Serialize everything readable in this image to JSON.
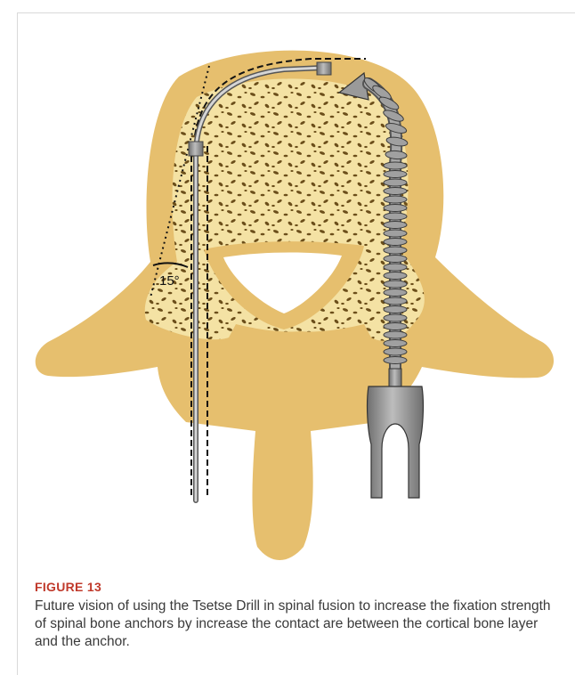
{
  "figure": {
    "label": "FIGURE 13",
    "caption": "Future vision of using the Tsetse Drill in spinal fusion to increase the fixation strength of spinal bone anchors by increase the contact are between the cortical bone layer and the anchor.",
    "angle_label": "15°"
  },
  "colors": {
    "cortical_bone": "#e6bf6e",
    "cancellous_bone": "#f4e2a4",
    "bone_pores": "#6b4e1a",
    "anchor_metal": "#9a9a9a",
    "caption_label": "#c0392b"
  },
  "icons": [
    "vertebra-illustration",
    "tsetse-drill",
    "spiral-bone-anchor",
    "anchor-handle"
  ]
}
